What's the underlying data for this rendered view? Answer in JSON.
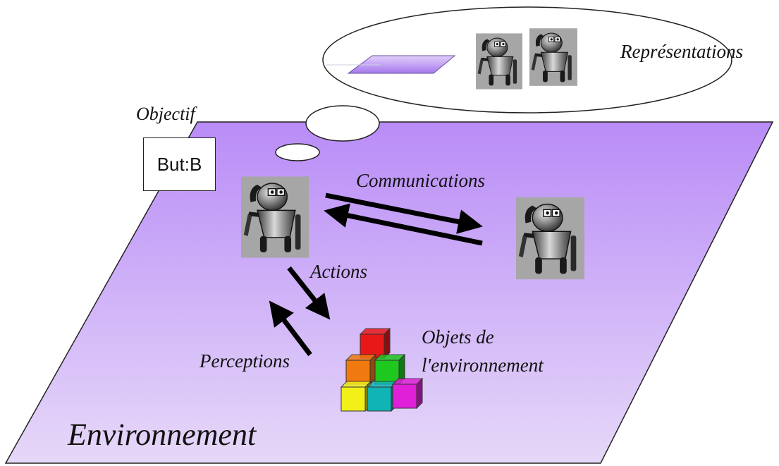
{
  "labels": {
    "representations": "Représentations",
    "objective": "Objectif",
    "goal": "But:B",
    "communications": "Communications",
    "actions": "Actions",
    "perceptions": "Perceptions",
    "objects_line1": "Objets de",
    "objects_line2": "l'environnement",
    "environment": "Environnement"
  },
  "colors": {
    "plane_top": "#b98cf7",
    "plane_bottom": "#e6d8f8",
    "robot_frame": "#a6a6a6",
    "arrow": "#000000"
  },
  "icons": {
    "agent": "robot-agent-icon",
    "cube": "cube-icon",
    "thought_bubble": "thought-bubble-icon"
  },
  "cubes": [
    {
      "name": "cube-red",
      "color": "#e81818"
    },
    {
      "name": "cube-orange",
      "color": "#f07a10"
    },
    {
      "name": "cube-green",
      "color": "#1ec81e"
    },
    {
      "name": "cube-yellow",
      "color": "#f2f018"
    },
    {
      "name": "cube-teal",
      "color": "#10b4b4"
    },
    {
      "name": "cube-magenta",
      "color": "#e020d8"
    }
  ]
}
